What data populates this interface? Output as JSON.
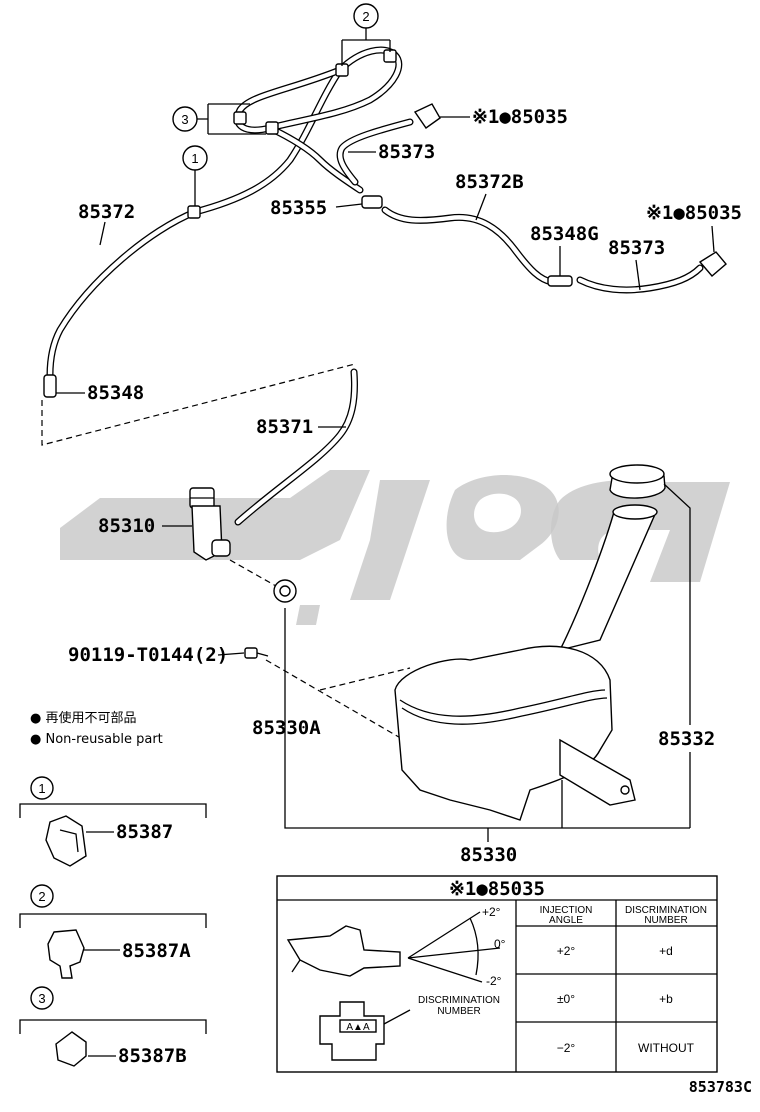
{
  "diagram": {
    "part_numbers": {
      "p85035_top": "※1●85035",
      "p85373_top": "85373",
      "p85372B": "85372B",
      "p85372": "85372",
      "p85355": "85355",
      "p85035_right": "※1●85035",
      "p85348G": "85348G",
      "p85373_right": "85373",
      "p85348": "85348",
      "p85371": "85371",
      "p85310": "85310",
      "p90119": "90119-T0144(2)",
      "p85330A": "85330A",
      "p85332": "85332",
      "p85330": "85330",
      "p85387": "85387",
      "p85387A": "85387A",
      "p85387B": "85387B"
    },
    "callouts": [
      "1",
      "2",
      "3"
    ],
    "legend": {
      "jp": "● 再使用不可部品",
      "en": "● Non-reusable part"
    },
    "inset": {
      "title": "※1●85035",
      "angle_plus": "+2°",
      "angle_zero": "0°",
      "angle_minus": "-2°",
      "disc_label_1": "DISCRIMINATION",
      "disc_label_2": "NUMBER",
      "col1_h1": "INJECTION",
      "col1_h2": "ANGLE",
      "col2_h1": "DISCRIMINATION",
      "col2_h2": "NUMBER",
      "rows": [
        {
          "angle": "+2°",
          "code": "+d"
        },
        {
          "angle": "±0°",
          "code": "+b"
        },
        {
          "angle": "−2°",
          "code": "WITHOUT"
        }
      ]
    },
    "figure_code": "853783C"
  }
}
